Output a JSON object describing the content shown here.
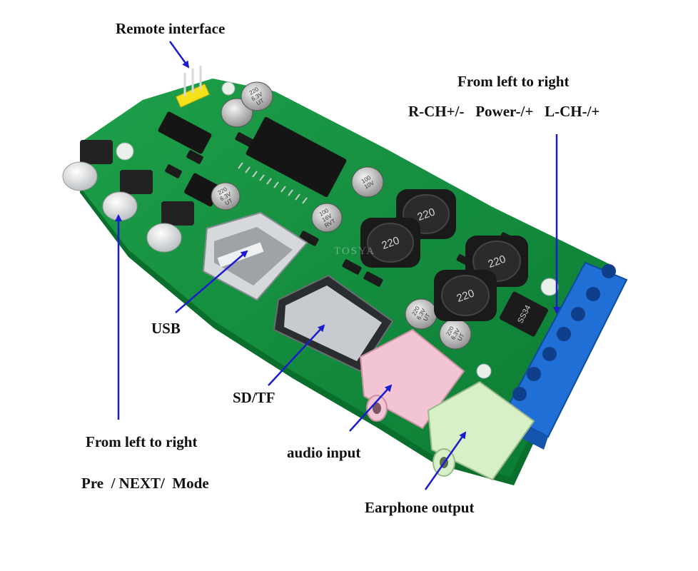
{
  "labels": {
    "remote_interface": "Remote interface",
    "from_left_to_right_top": "From left to right",
    "terminal_channels": "R-CH+/-   Power-/+   L-CH-/+",
    "usb": "USB",
    "sd_tf": "SD/TF",
    "from_left_to_right_bottom": "From left to right",
    "button_functions": "Pre  / NEXT/  Mode",
    "audio_input": "audio input",
    "earphone_output": "Earphone output"
  },
  "component_markings": {
    "cap_1": [
      "220",
      "6.3V",
      "UT"
    ],
    "cap_2": [
      "220",
      "6.3V",
      "UT"
    ],
    "cap_3": [
      "100",
      "16V",
      "RVT"
    ],
    "cap_4": [
      "100",
      "10V"
    ],
    "cap_5": [
      "220",
      "6.3V",
      "UT"
    ],
    "cap_6": [
      "220",
      "6.3V",
      "UT"
    ],
    "inductors": [
      "220",
      "220",
      "220",
      "220"
    ],
    "diode": "SS34"
  },
  "watermark": "TOSYA",
  "colors": {
    "pcb": "#0f8a3c",
    "terminal_block": "#1f6fd6",
    "audio_input_jack": "#f2c4d4",
    "earphone_jack": "#d8f0c8",
    "header_pins": "#f4e11a",
    "arrow": "#1c1ccf",
    "text": "#111111"
  }
}
